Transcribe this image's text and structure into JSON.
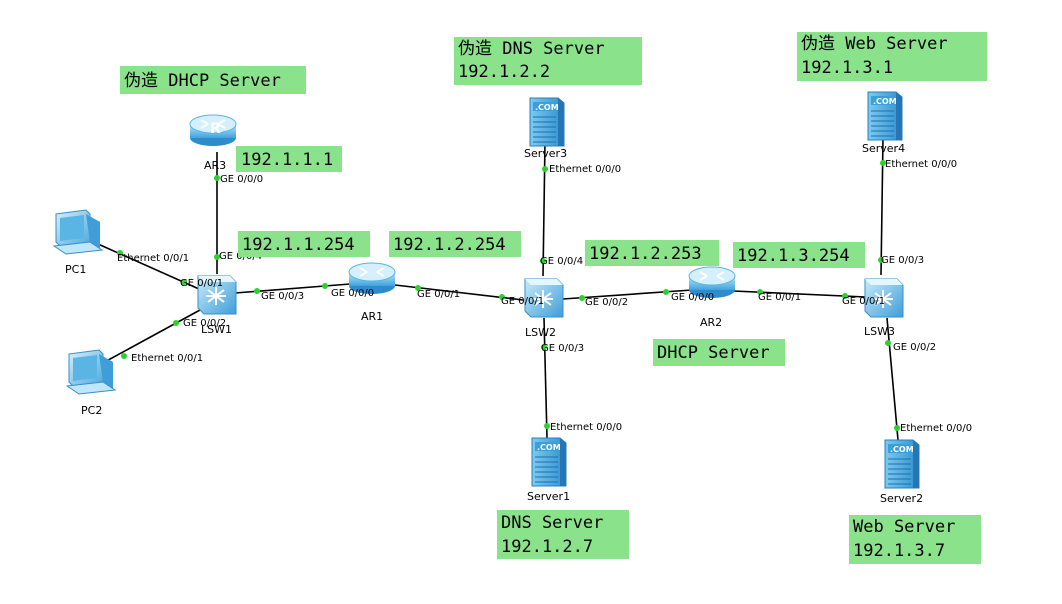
{
  "colors": {
    "annotation_bg": "#8ae28a",
    "link": "#000000",
    "port_dot": "#2bd22b",
    "device_blue": "#4ab0e6"
  },
  "devices": {
    "pc1": "PC1",
    "pc2": "PC2",
    "ar1": "AR1",
    "ar2": "AR2",
    "ar3": "AR3",
    "lsw1": "LSW1",
    "lsw2": "LSW2",
    "lsw3": "LSW3",
    "server1": "Server1",
    "server2": "Server2",
    "server3": "Server3",
    "server4": "Server4",
    "com_badge": ".COM"
  },
  "ports": {
    "ar3_g000": "GE 0/0/0",
    "lsw1_g004": "GE 0/0/4",
    "pc1_e001": "Ethernet 0/0/1",
    "lsw1_g001": "GE 0/0/1",
    "lsw1_g002": "GE 0/0/2",
    "pc2_e001": "Ethernet 0/0/1",
    "lsw1_g003": "GE 0/0/3",
    "ar1_g000": "GE 0/0/0",
    "ar1_g001": "GE 0/0/1",
    "lsw2_g001": "GE 0/0/1",
    "lsw2_g002": "GE 0/0/2",
    "lsw2_g004": "GE 0/0/4",
    "lsw2_g003": "GE 0/0/3",
    "server3_e000": "Ethernet 0/0/0",
    "server1_e000": "Ethernet 0/0/0",
    "ar2_g000": "GE 0/0/0",
    "ar2_g001": "GE 0/0/1",
    "lsw3_g001": "GE 0/0/1",
    "lsw3_g003": "GE 0/0/3",
    "lsw3_g002": "GE 0/0/2",
    "server4_e000": "Ethernet 0/0/0",
    "server2_e000": "Ethernet 0/0/0"
  },
  "annotations": {
    "fake_dhcp": "伪造 DHCP Server",
    "ar3_ip": "192.1.1.1",
    "lsw1_gw": "192.1.1.254",
    "ar1_ip": "192.1.2.254",
    "fake_dns_title": "伪造 DNS Server",
    "fake_dns_ip": "192.1.2.2",
    "ar2_ip_left": "192.1.2.253",
    "ar2_ip_right": "192.1.3.254",
    "dhcp_server": "DHCP Server",
    "fake_web_title": "伪造 Web Server",
    "fake_web_ip": "192.1.3.1",
    "dns_title": "DNS Server",
    "dns_ip": "192.1.2.7",
    "web_title": "Web Server",
    "web_ip": "192.1.3.7"
  }
}
